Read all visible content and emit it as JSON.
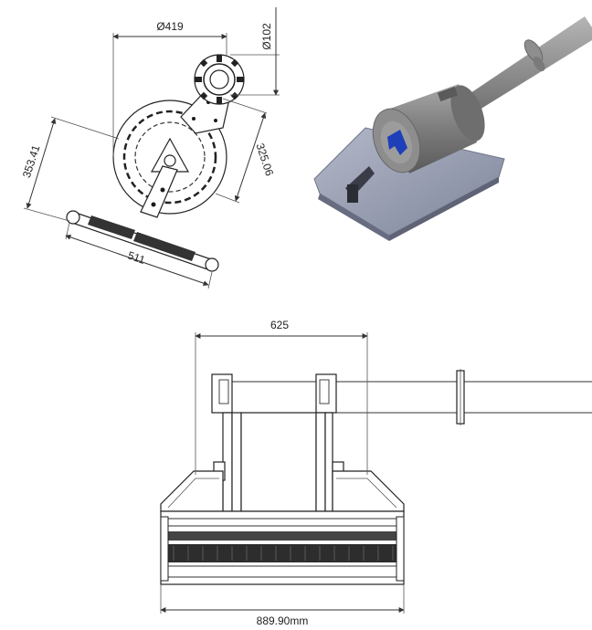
{
  "views": {
    "front_view": {
      "dimensions": {
        "outer_diameter": "Ø419",
        "top_diameter": "Ø102",
        "height": "353.41",
        "diagonal": "325.06",
        "base_length": "511"
      }
    },
    "iso_view": {},
    "side_view": {
      "dimensions": {
        "width_top": "625",
        "total_width": "889.90mm"
      }
    }
  },
  "colors": {
    "line": "#333333",
    "model_body": "#8a8a8a",
    "model_base": "#9aa1b6",
    "accent": "#1e3fb8"
  }
}
